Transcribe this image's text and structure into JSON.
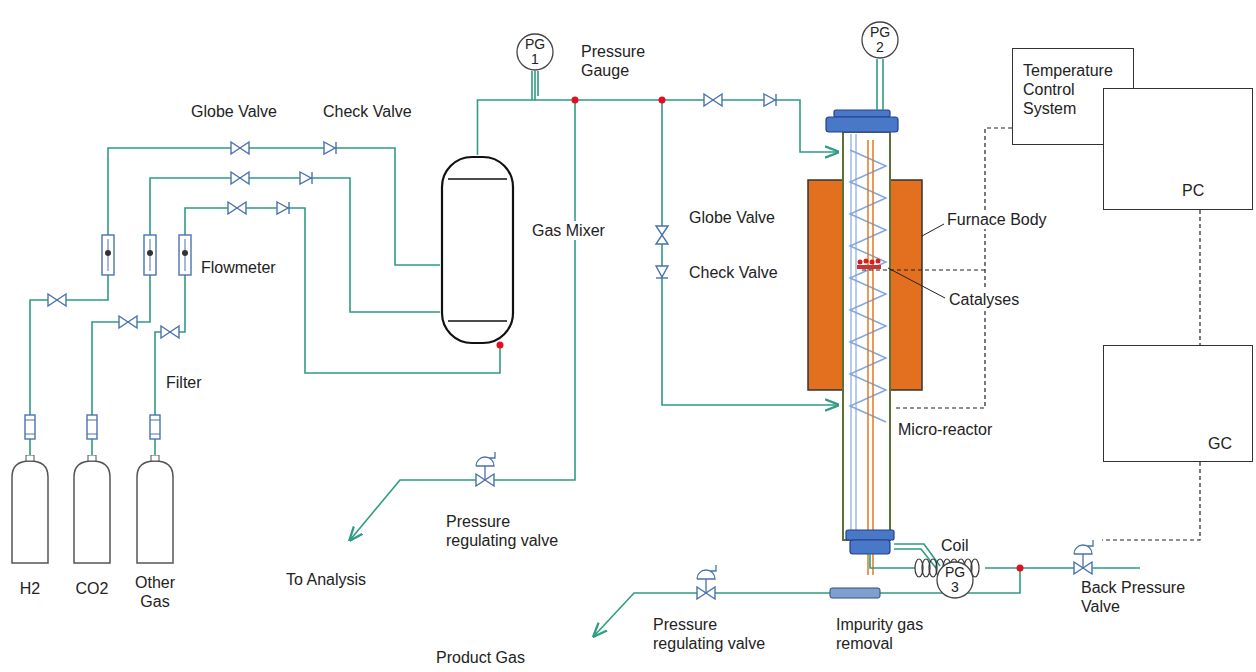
{
  "diagram": {
    "nodes": [
      {
        "text": [
          "PG 1"
        ]
      },
      {
        "text": [
          "PG 2"
        ]
      },
      {
        "text": [
          "PG 3"
        ]
      },
      {
        "text": [
          "Temperature Control System"
        ]
      },
      {
        "text": [
          "PC"
        ]
      },
      {
        "text": [
          "GC"
        ]
      },
      {
        "text": [
          "Gas Mixer"
        ]
      },
      {
        "text": [
          "H2"
        ]
      },
      {
        "text": [
          "CO2"
        ]
      },
      {
        "text": [
          "Other Gas"
        ]
      }
    ],
    "edges": [
      {
        "from": 7,
        "to": 6,
        "arrow": "none"
      },
      {
        "from": 8,
        "to": 6,
        "arrow": "none"
      },
      {
        "from": 9,
        "to": 6,
        "arrow": "none"
      },
      {
        "from": 6,
        "to": 0,
        "arrow": "none"
      },
      {
        "from": 4,
        "to": 5,
        "arrow": "none"
      }
    ],
    "labels": [
      "Globe Valve",
      "Check Valve",
      "Pressure Gauge",
      "Flowmeter",
      "Filter",
      "To Analysis",
      "Pressure regulating valve",
      "Globe Valve",
      "Check Valve",
      "Furnace Body",
      "Catalyses",
      "Micro-reactor",
      "Coil",
      "Back Pressure Valve",
      "Pressure regulating valve",
      "Impurity gas removal",
      "Product Gas"
    ]
  }
}
